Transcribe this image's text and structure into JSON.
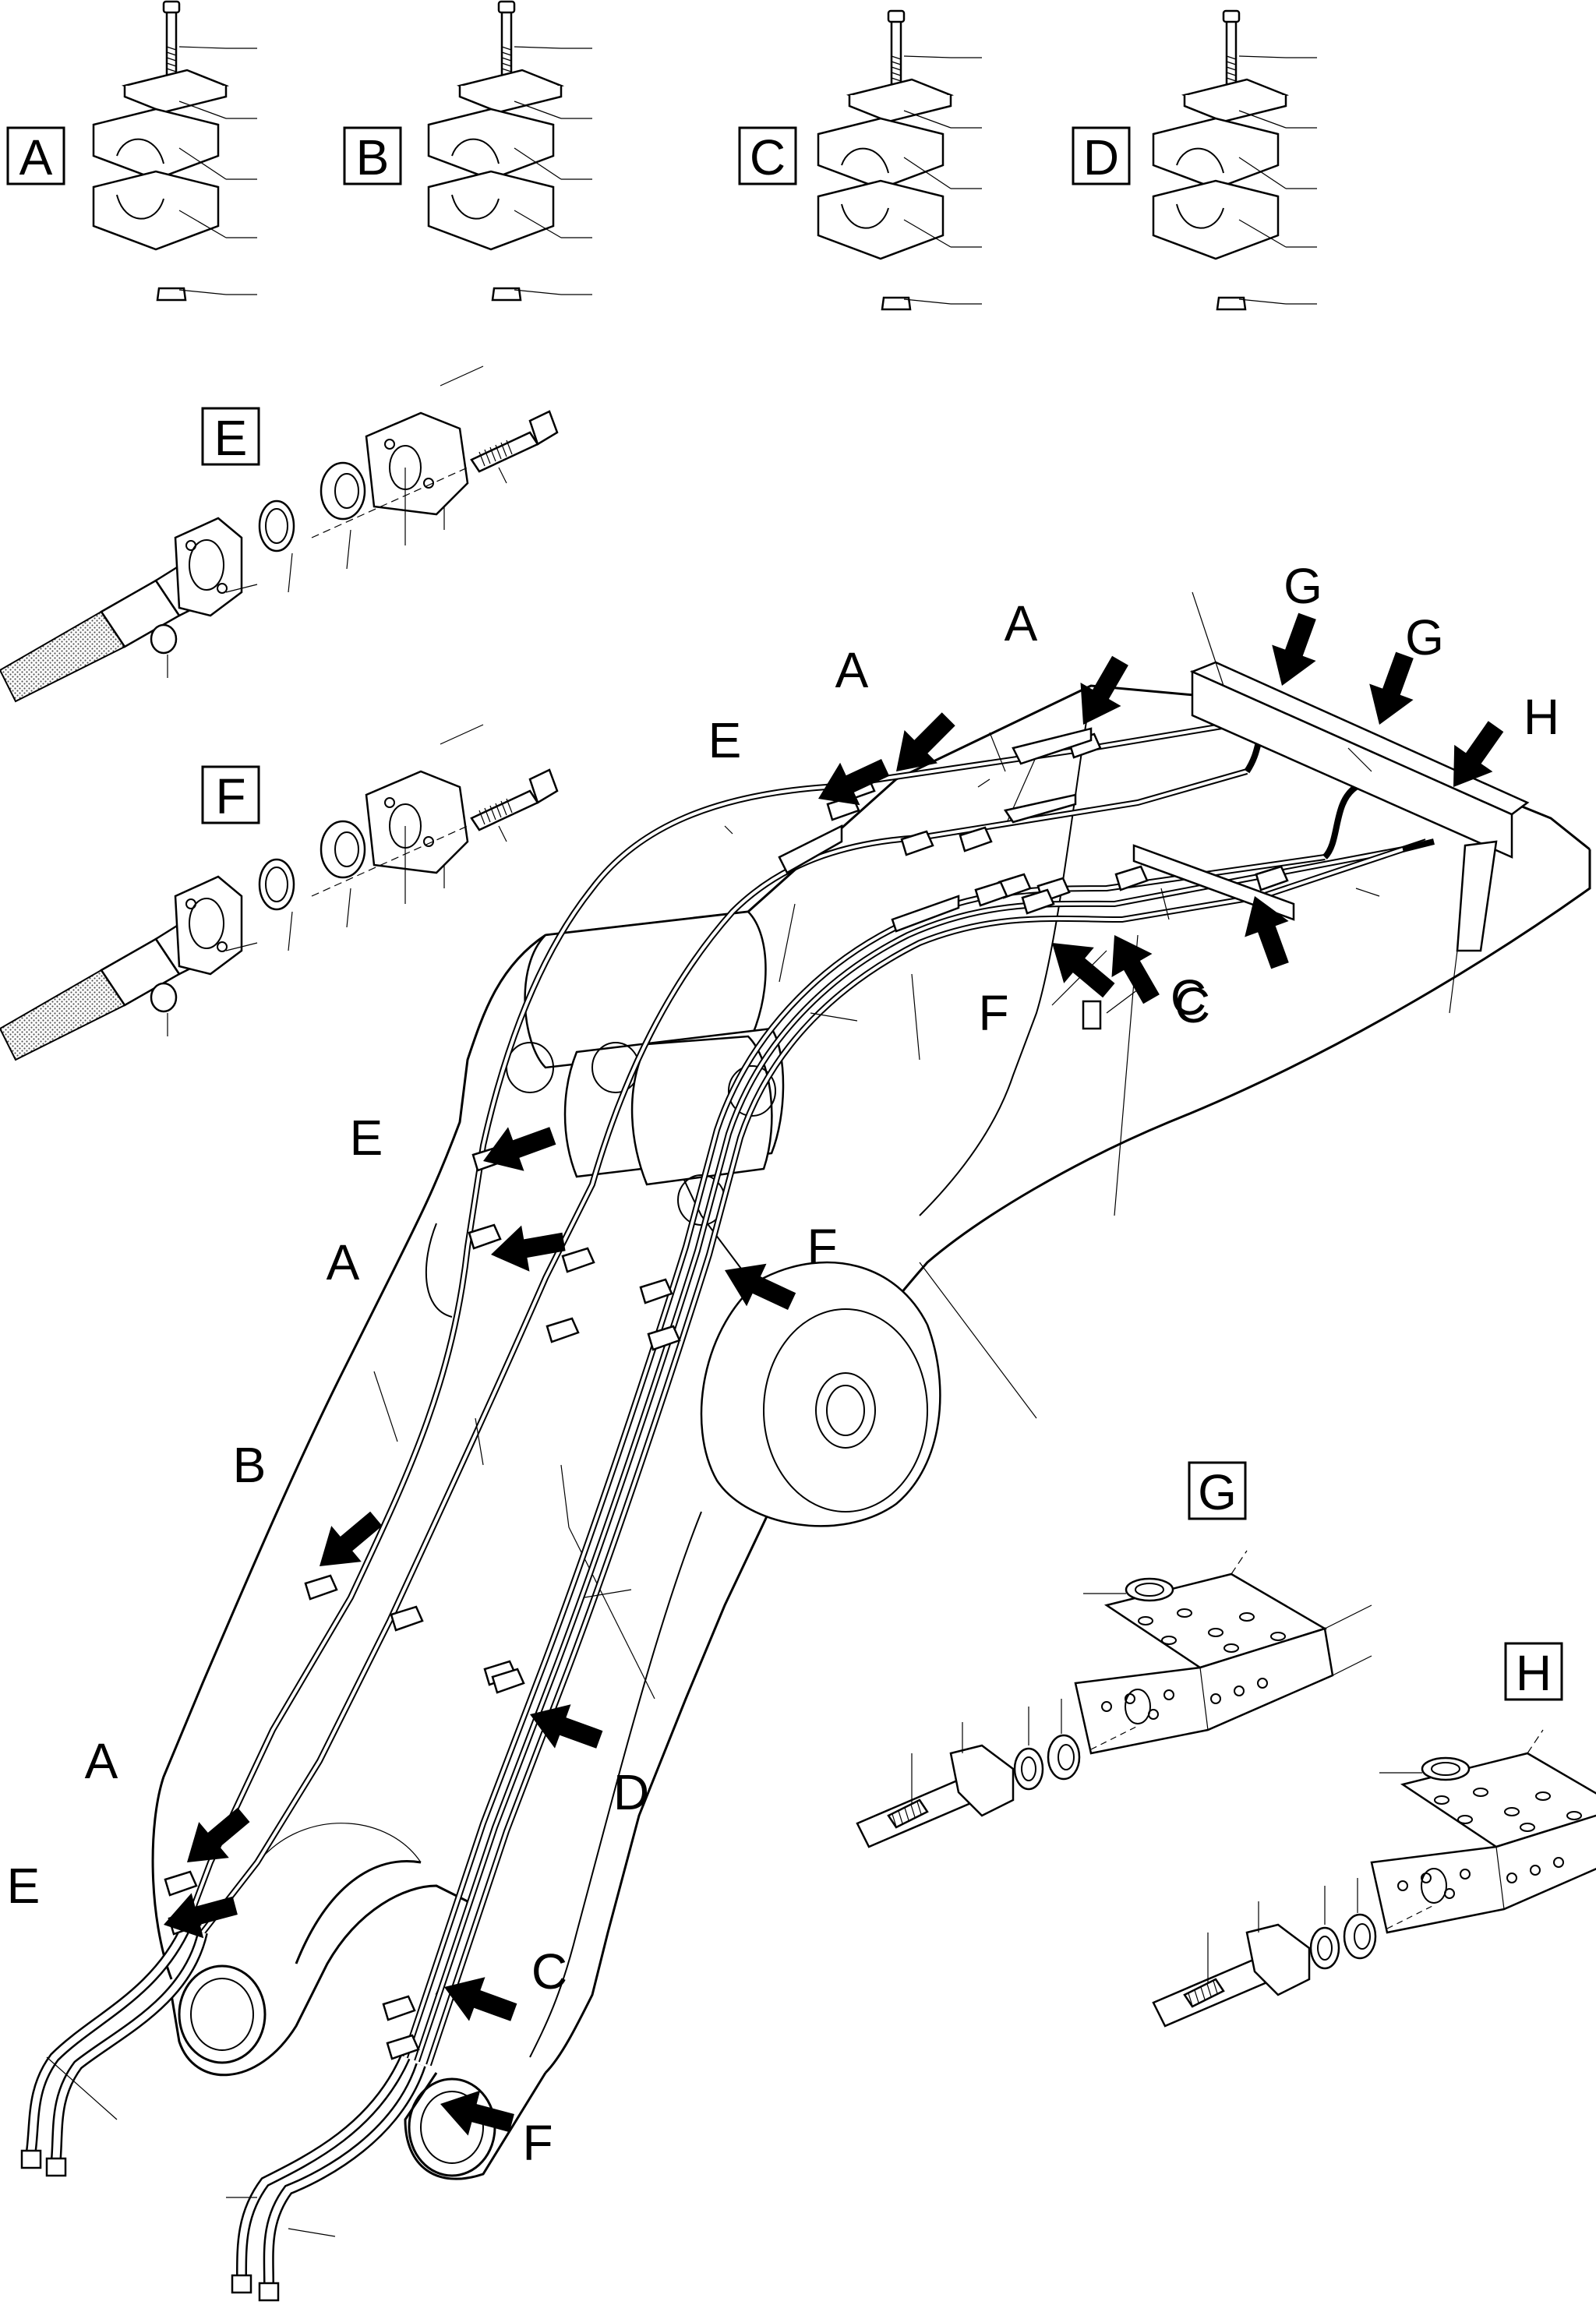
{
  "clamp_details": [
    {
      "label": "A"
    },
    {
      "label": "B"
    },
    {
      "label": "C"
    },
    {
      "label": "D"
    }
  ],
  "flange_details": [
    {
      "label": "E"
    },
    {
      "label": "F"
    }
  ],
  "manifold_details": [
    {
      "label": "G"
    },
    {
      "label": "H"
    }
  ],
  "arrow_callouts": [
    {
      "label": "A"
    },
    {
      "label": "A"
    },
    {
      "label": "A"
    },
    {
      "label": "A"
    },
    {
      "label": "B"
    },
    {
      "label": "C"
    },
    {
      "label": "C"
    },
    {
      "label": "C"
    },
    {
      "label": "D"
    },
    {
      "label": "E"
    },
    {
      "label": "E"
    },
    {
      "label": "E"
    },
    {
      "label": "F"
    },
    {
      "label": "F"
    },
    {
      "label": "F"
    },
    {
      "label": "G"
    },
    {
      "label": "G"
    },
    {
      "label": "H"
    }
  ]
}
